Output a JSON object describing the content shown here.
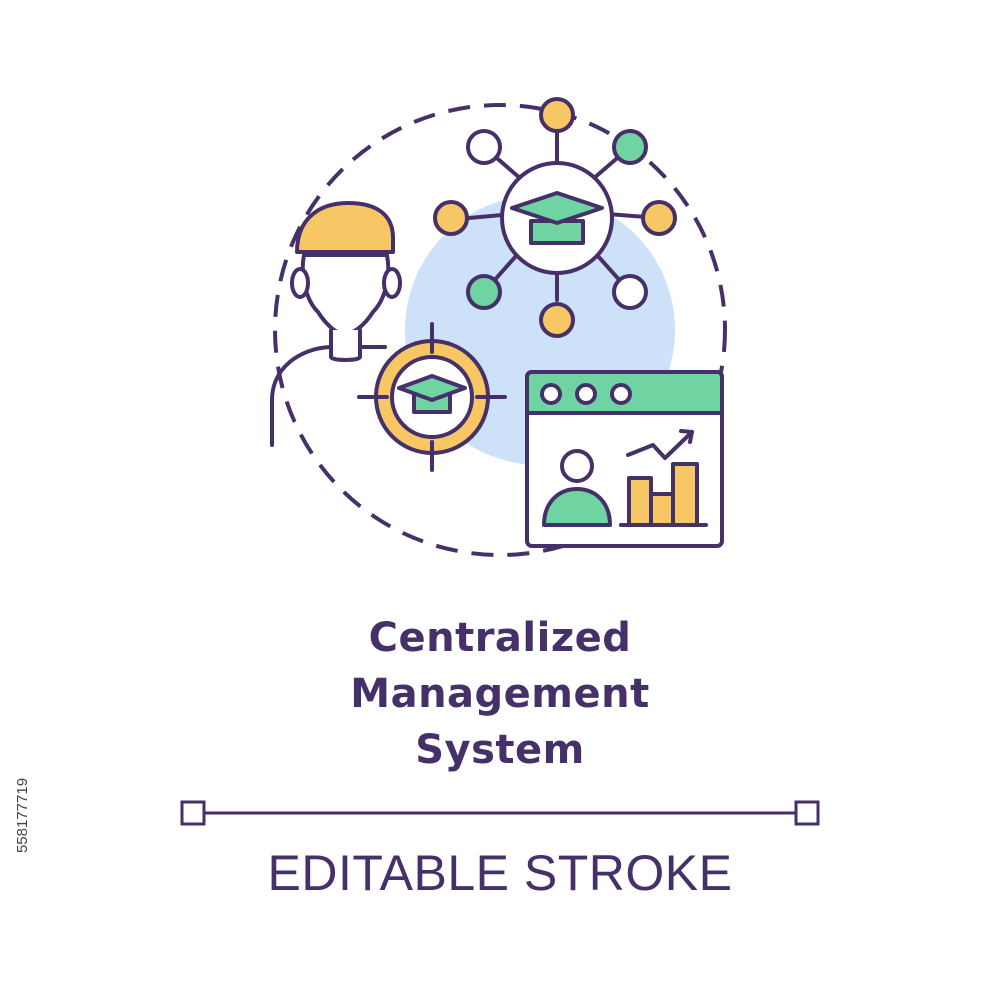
{
  "title_lines": [
    "Centralized",
    "Management",
    "System"
  ],
  "caption": "EDITABLE STROKE",
  "stock_id": "558177719",
  "colors": {
    "outline": "#45306a",
    "accent_yellow": "#f7c766",
    "accent_green": "#6fd3a2",
    "backdrop_blue": "#cde1f8",
    "background": "#ffffff"
  },
  "icons": {
    "main": "person-network-dashboard-icon",
    "hub": "graduation-cap-hub-icon",
    "target": "graduation-cap-target-icon",
    "dashboard": "analytics-window-icon"
  }
}
